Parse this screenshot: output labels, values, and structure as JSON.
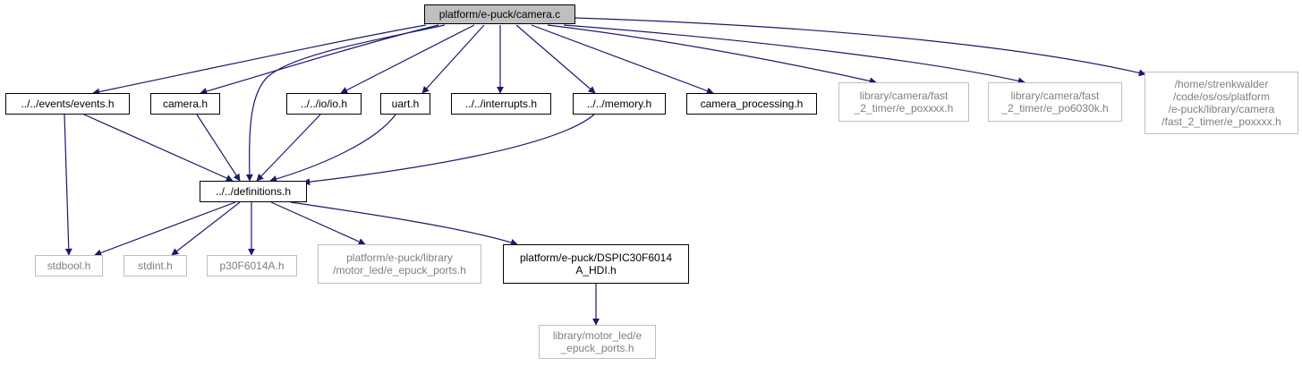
{
  "colors": {
    "edge": "#191970",
    "root_fill": "#bfbfbf",
    "normal_border": "#000000",
    "external_border": "#bfbfbf",
    "external_text": "#7f7f7f"
  },
  "nodes": {
    "root": "platform/e-puck/camera.c",
    "events": "../../events/events.h",
    "camera_h": "camera.h",
    "io": "../../io/io.h",
    "uart": "uart.h",
    "interrupts": "../../interrupts.h",
    "memory": "../../memory.h",
    "camera_processing": "camera_processing.h",
    "poxxxx_a": "library/camera/fast\n_2_timer/e_poxxxx.h",
    "po6030k": "library/camera/fast\n_2_timer/e_po6030k.h",
    "poxxxx_b": "/home/strenkwalder\n/code/os/os/platform\n/e-puck/library/camera\n/fast_2_timer/e_poxxxx.h",
    "definitions": "../../definitions.h",
    "stdbool": "stdbool.h",
    "stdint": "stdint.h",
    "p30f6014a": "p30F6014A.h",
    "motor_led_ports": "platform/e-puck/library\n/motor_led/e_epuck_ports.h",
    "dspic": "platform/e-puck/DSPIC30F6014\nA_HDI.h",
    "lib_motor_led": "library/motor_led/e\n_epuck_ports.h"
  }
}
